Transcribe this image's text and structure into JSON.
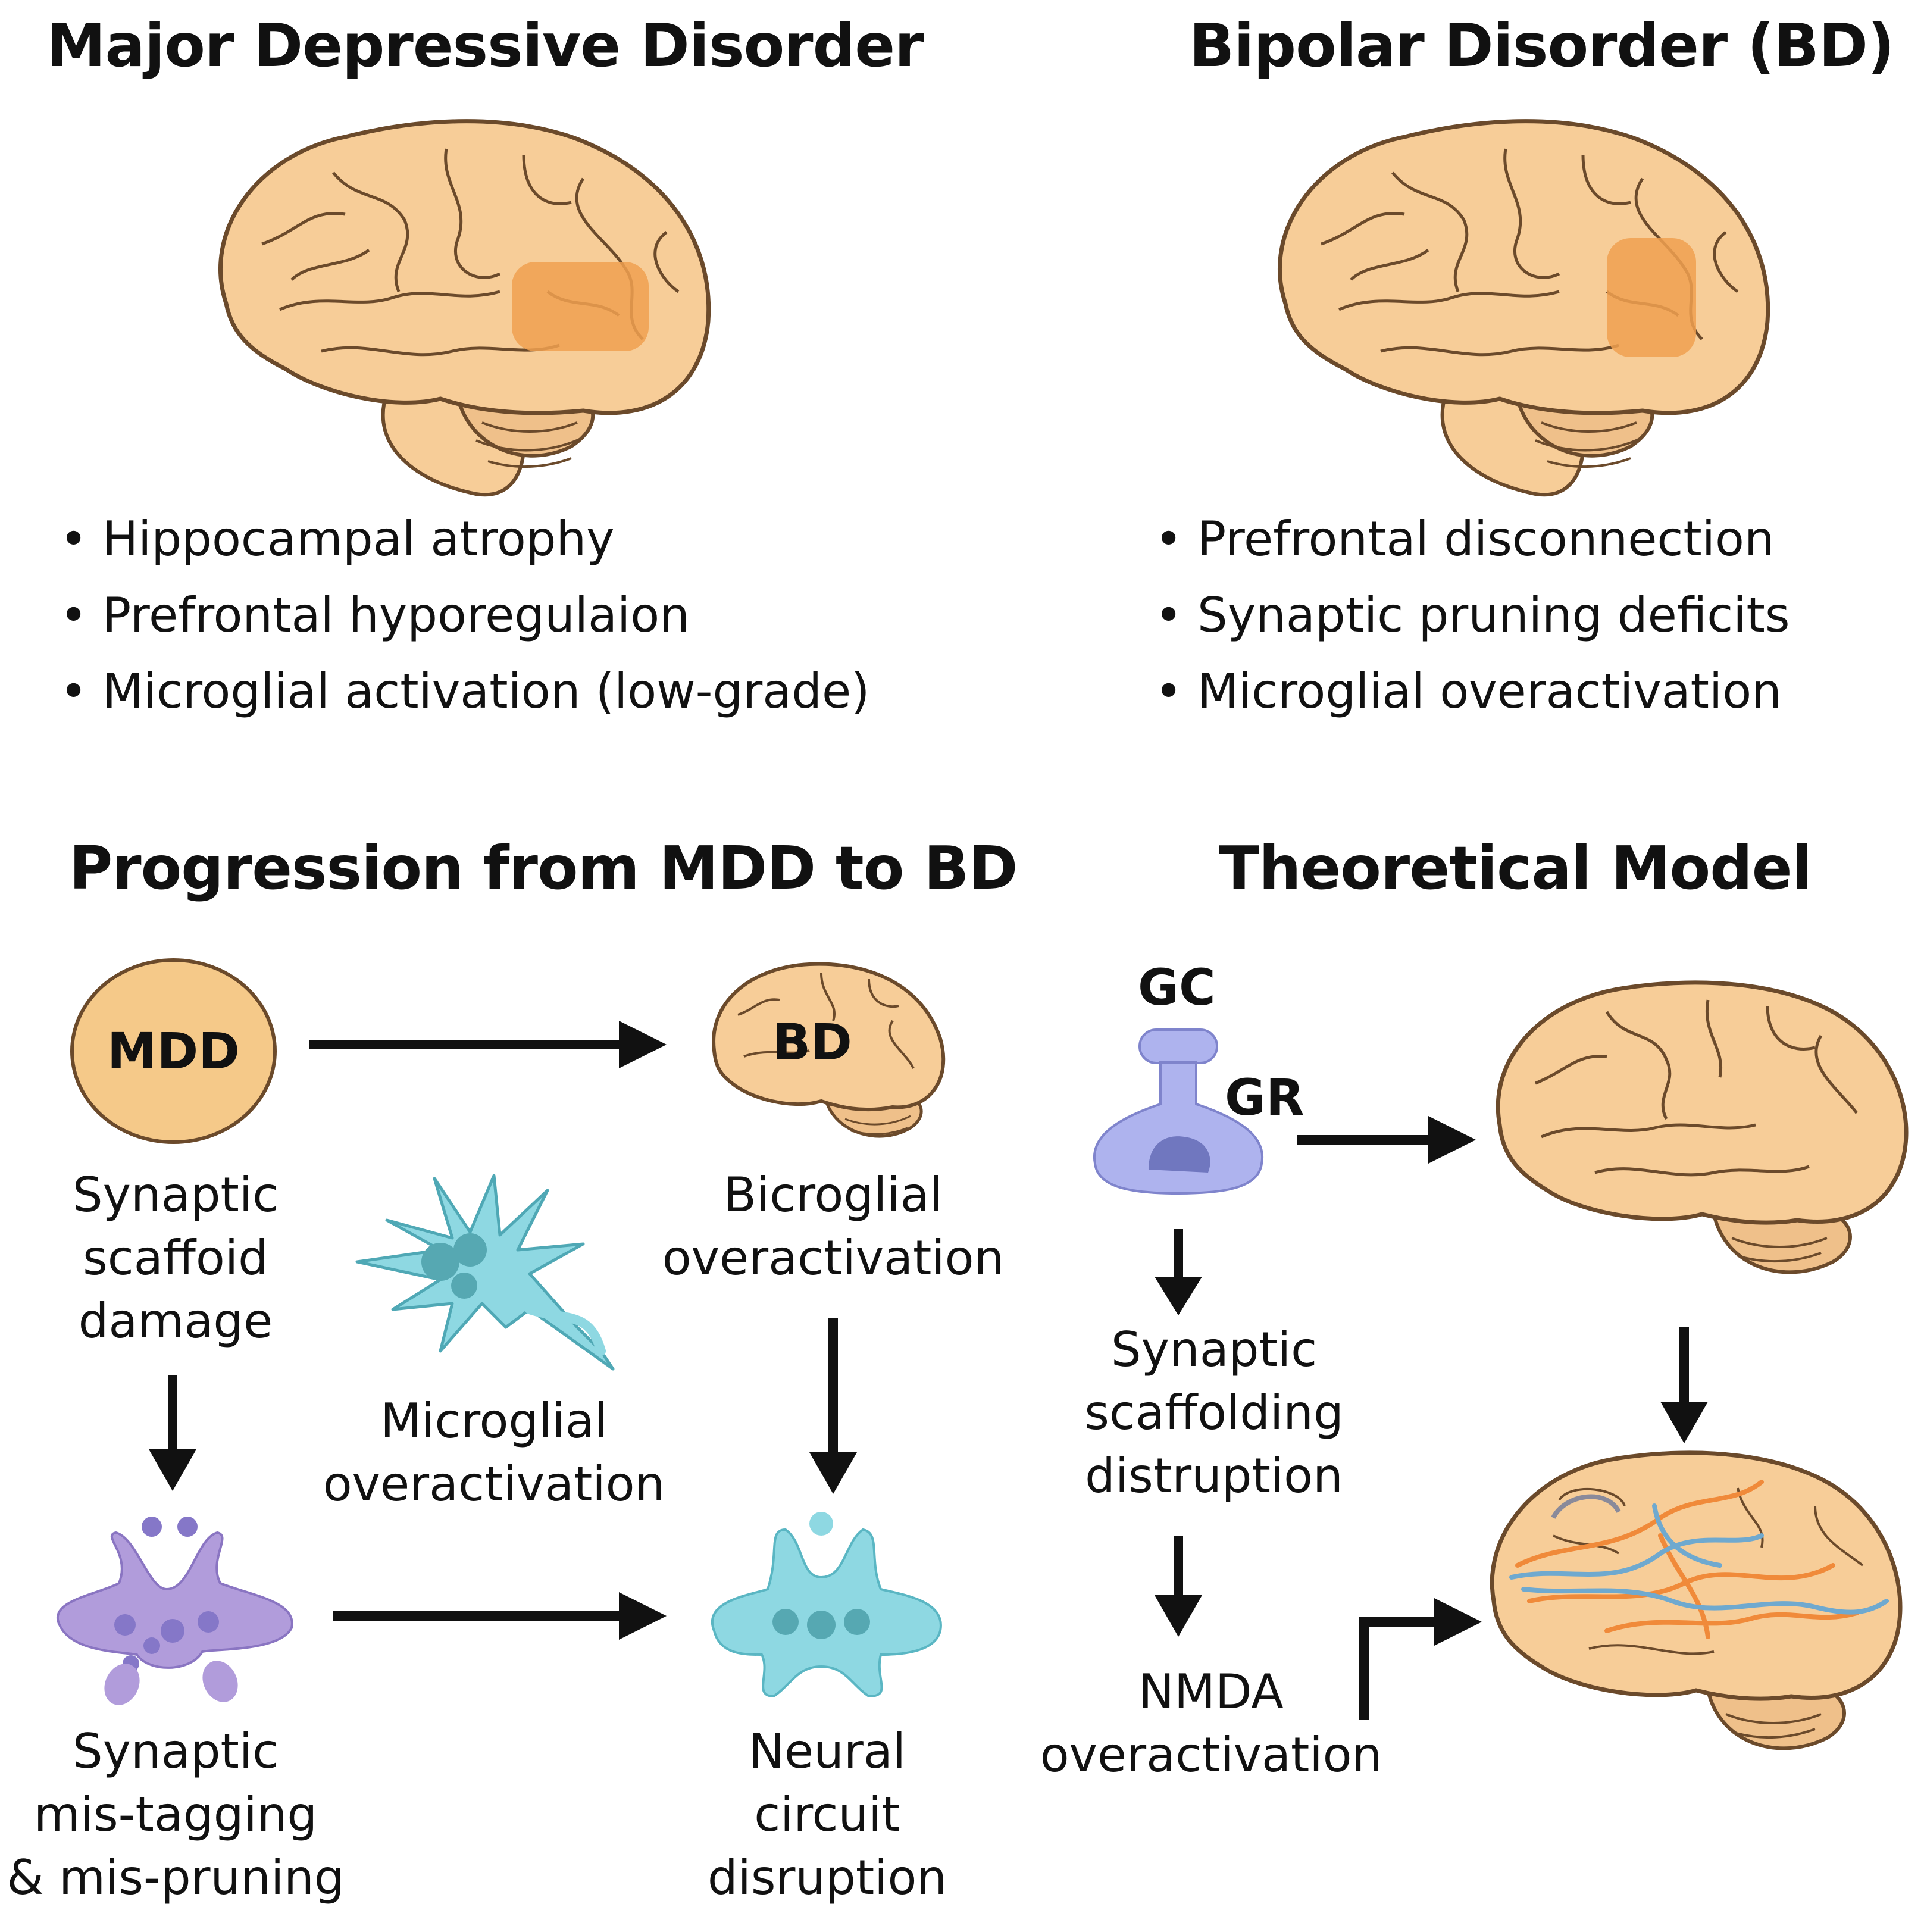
{
  "panels": {
    "mdd": {
      "title": "Major Depressive Disorder",
      "bullets": [
        "Hippocampal atrophy",
        "Prefrontal hyporegulaion",
        "Microglial activation (low-grade)"
      ]
    },
    "bd": {
      "title": "Bipolar Disorder (BD)",
      "bullets": [
        "Prefrontal disconnection",
        "Synaptic pruning deficits",
        "Microglial overactivation"
      ]
    }
  },
  "progression": {
    "title": "Progression from MDD to BD",
    "mdd_node": "MDD",
    "bd_node": "BD",
    "synaptic_scaffold": "Synaptic\nscaffoid\ndamage",
    "microglial": "Microglial\noveractivation",
    "bicroglial": "Bicroglial\noveractivation",
    "mistagging": "Synaptic\nmis-tagging\n& mis-pruning",
    "neural_circuit": "Neural\ncircuit\ndisruption"
  },
  "model": {
    "title": "Theoretical Model",
    "gc": "GC",
    "gr": "GR",
    "scaffolding": "Synaptic\nscaffolding\ndistruption",
    "nmda": "NMDA\noveractivation"
  },
  "colors": {
    "brain": "#F7CD98",
    "brain_stroke": "#6B4A2B",
    "highlight": "#F0A050",
    "mdd_node": "#F5C989",
    "microglia": "#8ED8E2",
    "synapse": "#B19CDB",
    "receptor": "#AEB3EE",
    "orange_path": "#F08A3A",
    "blue_path": "#6FA9CF",
    "arrow": "#111111"
  }
}
